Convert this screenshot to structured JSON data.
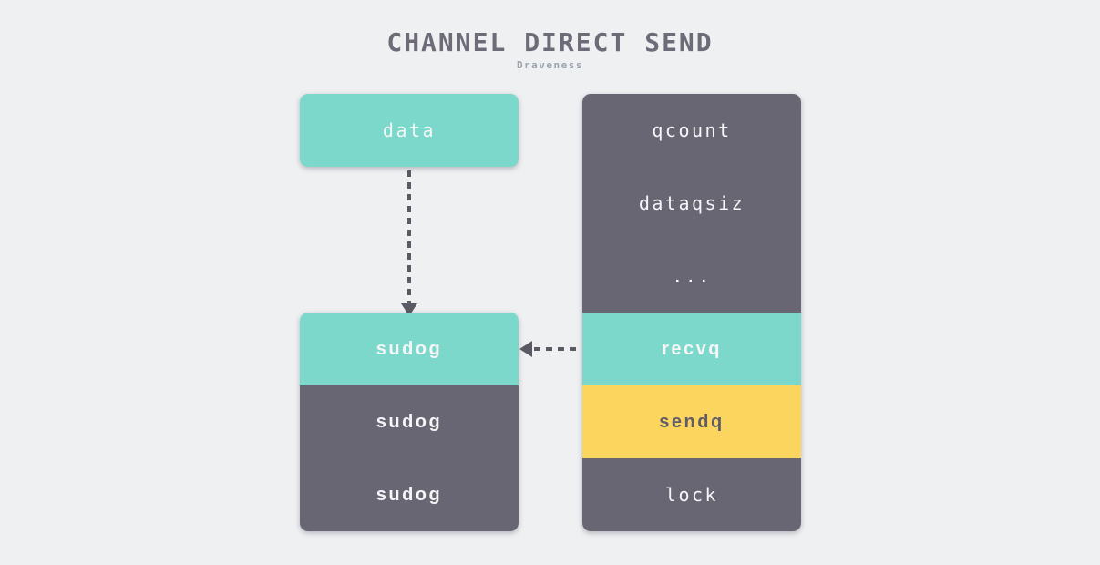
{
  "header": {
    "title": "CHANNEL DIRECT SEND",
    "subtitle": "Draveness"
  },
  "colors": {
    "background": "#eff0f2",
    "teal": "#7bd8ca",
    "gray": "#696674",
    "yellow": "#fcd55f",
    "arrow": "#5b5a64",
    "title_text": "#6c6b77",
    "subtitle_text": "#9ba3ac",
    "light_text": "#f6f5f7",
    "dark_text": "#5f5d68"
  },
  "data_box": {
    "label": "data",
    "variant": "teal"
  },
  "sudog_stack": {
    "rows": [
      {
        "label": "sudog",
        "variant": "teal"
      },
      {
        "label": "sudog",
        "variant": "gray"
      },
      {
        "label": "sudog",
        "variant": "gray"
      }
    ]
  },
  "hchan_struct": {
    "rows": [
      {
        "label": "qcount",
        "variant": "gray"
      },
      {
        "label": "dataqsiz",
        "variant": "gray"
      },
      {
        "label": "...",
        "variant": "gray"
      },
      {
        "label": "recvq",
        "variant": "teal"
      },
      {
        "label": "sendq",
        "variant": "yellow"
      },
      {
        "label": "lock",
        "variant": "gray"
      }
    ]
  },
  "arrows": [
    {
      "name": "data-to-sudog",
      "style": "dashed",
      "direction": "down"
    },
    {
      "name": "recvq-to-sudog",
      "style": "dashed",
      "direction": "left"
    }
  ]
}
